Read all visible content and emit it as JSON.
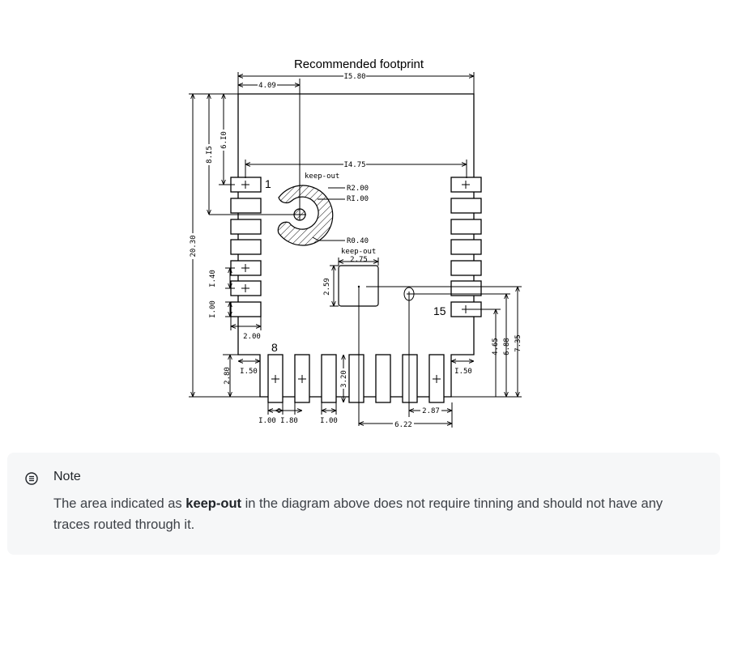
{
  "diagram": {
    "title": "Recommended footprint",
    "labels": {
      "keepout_top": "keep-out",
      "keepout_mid": "keep-out",
      "r200": "R2.00",
      "r100": "RI.00",
      "r040": "R0.40",
      "pin1": "1",
      "pin8": "8",
      "pin15": "15"
    },
    "dims": {
      "w1580": "I5.80",
      "w409": "4.09",
      "w1475": "I4.75",
      "h610": "6.I0",
      "h815": "8.I5",
      "h2030": "20.30",
      "h140": "I.40",
      "h100": "I.00",
      "w200": "2.00",
      "h280": "2.80",
      "w150l": "I.50",
      "w150r": "I.50",
      "w275": "2.75",
      "h259": "2.59",
      "h320": "3.20",
      "w100a": "I.00",
      "w180": "I.80",
      "w100b": "I.00",
      "w622": "6.22",
      "w287": "2.87",
      "h465": "4.65",
      "h688": "6.88",
      "h735": "7.35"
    }
  },
  "note": {
    "icon": "list-circle-icon",
    "title": "Note",
    "text_before": "The area indicated as ",
    "text_bold": "keep-out",
    "text_after": " in the diagram above does not require tinning and should not have any traces routed through it."
  }
}
